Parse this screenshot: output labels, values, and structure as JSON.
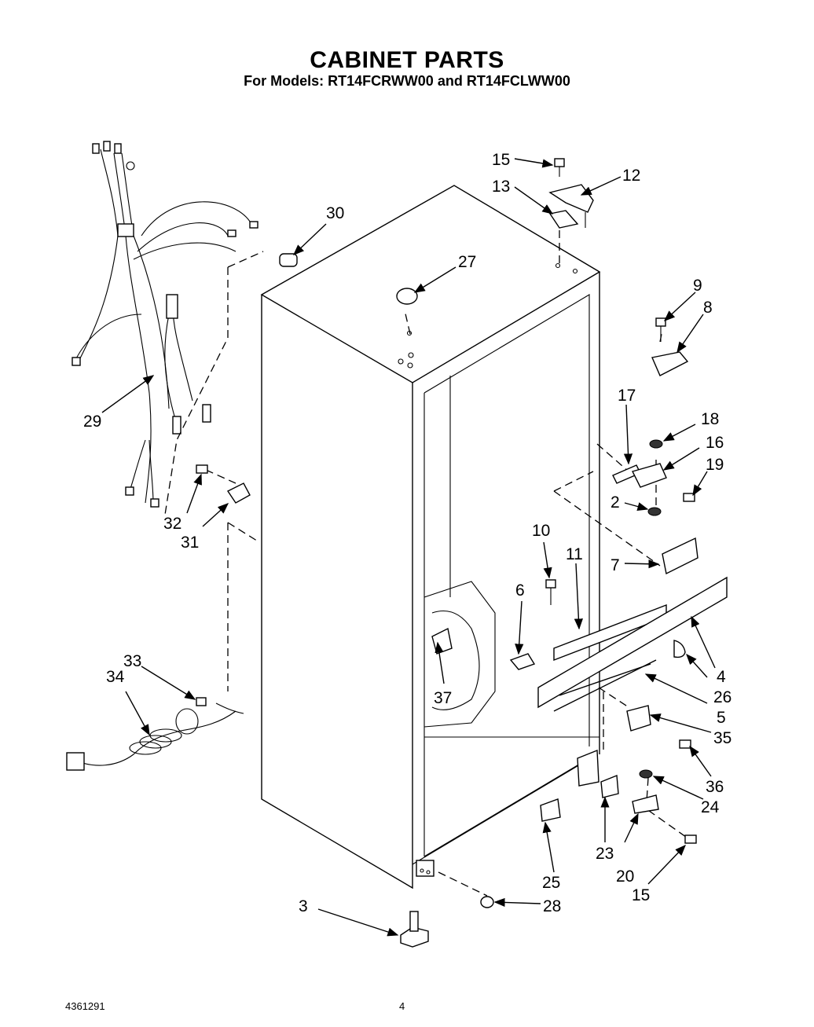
{
  "title": "CABINET PARTS",
  "subtitle": "For Models: RT14FCRWW00 and RT14FCLWW00",
  "footer": {
    "doc_number": "4361291",
    "page_number": "4"
  },
  "callouts": {
    "c15a": "15",
    "c13": "13",
    "c12": "12",
    "c30": "30",
    "c27": "27",
    "c9": "9",
    "c8": "8",
    "c17": "17",
    "c18": "18",
    "c16": "16",
    "c19": "19",
    "c2": "2",
    "c29": "29",
    "c32": "32",
    "c31": "31",
    "c10": "10",
    "c11": "11",
    "c7": "7",
    "c6": "6",
    "c4": "4",
    "c26": "26",
    "c5": "5",
    "c37": "37",
    "c33": "33",
    "c34": "34",
    "c35": "35",
    "c36": "36",
    "c24": "24",
    "c23": "23",
    "c20": "20",
    "c25": "25",
    "c15b": "15",
    "c3": "3",
    "c28": "28"
  }
}
